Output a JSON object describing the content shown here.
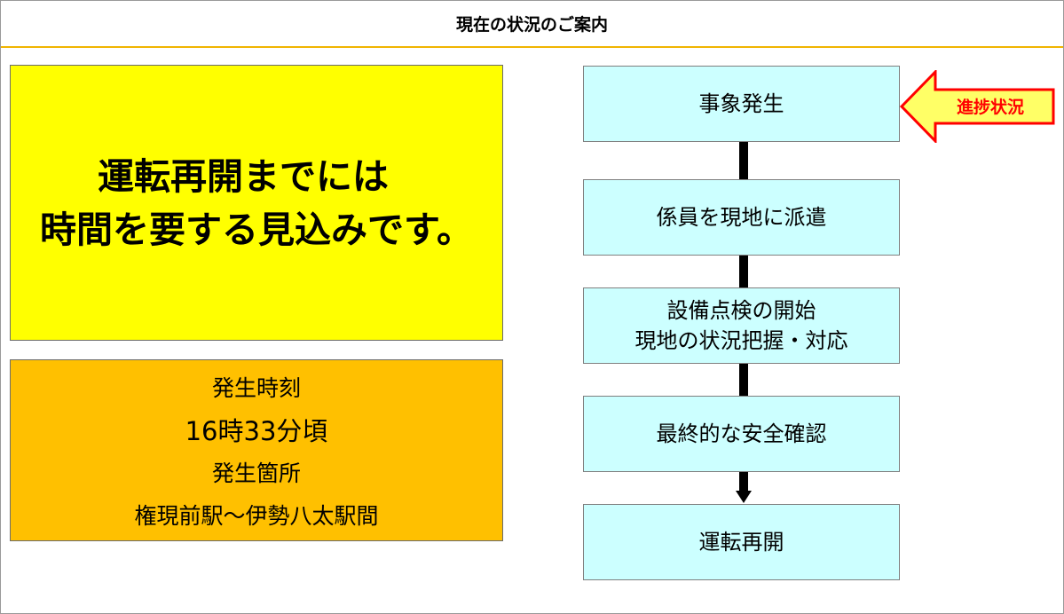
{
  "header": {
    "title": "現在の状況のご案内"
  },
  "main_message": {
    "line1": "運転再開までには",
    "line2": "時間を要する見込みです。"
  },
  "incident_info": {
    "time_label": "発生時刻",
    "time_value": "16時33分頃",
    "location_label": "発生箇所",
    "location_value": "権現前駅～伊勢八太駅間"
  },
  "flow": {
    "steps": [
      {
        "lines": [
          "事象発生"
        ]
      },
      {
        "lines": [
          "係員を現地に派遣"
        ]
      },
      {
        "lines": [
          "設備点検の開始",
          "現地の状況把握・対応"
        ]
      },
      {
        "lines": [
          "最終的な安全確認"
        ]
      },
      {
        "lines": [
          "運転再開"
        ]
      }
    ],
    "current_step_index": 0
  },
  "progress_indicator": {
    "label": "進捗状況"
  },
  "colors": {
    "main_box": "#ffff00",
    "info_box": "#ffc000",
    "step_box": "#ccffff",
    "header_rule": "#f0b400",
    "progress_text": "#ff0000",
    "progress_arrow_fill": "#ffff66",
    "progress_arrow_stroke": "#ff0000"
  }
}
